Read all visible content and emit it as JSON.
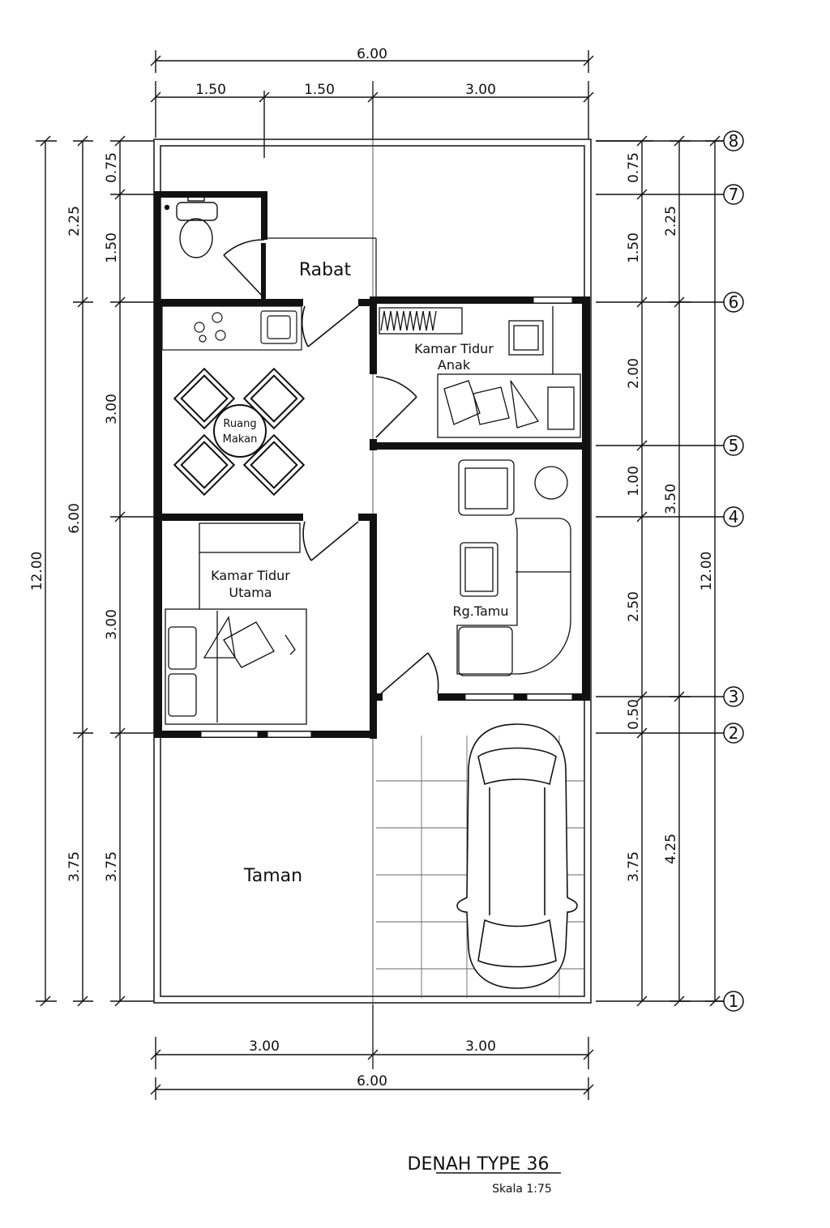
{
  "dimensions": {
    "top_total": "6.00",
    "top_segments": [
      "1.50",
      "1.50",
      "3.00"
    ],
    "bottom_segments": [
      "3.00",
      "3.00"
    ],
    "bottom_total": "6.00",
    "left_outer": "12.00",
    "left_middle": [
      "2.25",
      "6.00",
      "3.75"
    ],
    "left_inner": [
      "0.75",
      "1.50",
      "3.00",
      "3.00",
      "3.75"
    ],
    "right_inner": [
      "0.75",
      "1.50",
      "2.00",
      "1.00",
      "2.50",
      "0.50",
      "3.75"
    ],
    "right_middle": [
      "2.25",
      "3.50",
      "4.25"
    ],
    "right_outer": "12.00"
  },
  "grid_labels": [
    "8",
    "7",
    "6",
    "5",
    "4",
    "3",
    "2",
    "1"
  ],
  "rooms": {
    "rabat": "Rabat",
    "kamar_anak": [
      "Kamar Tidur",
      "Anak"
    ],
    "ruang_makan": [
      "Ruang",
      "Makan"
    ],
    "kamar_utama": [
      "Kamar Tidur",
      "Utama"
    ],
    "ruang_tamu": "Rg.Tamu",
    "taman": "Taman"
  },
  "title": "DENAH TYPE 36",
  "scale": "Skala 1:75"
}
